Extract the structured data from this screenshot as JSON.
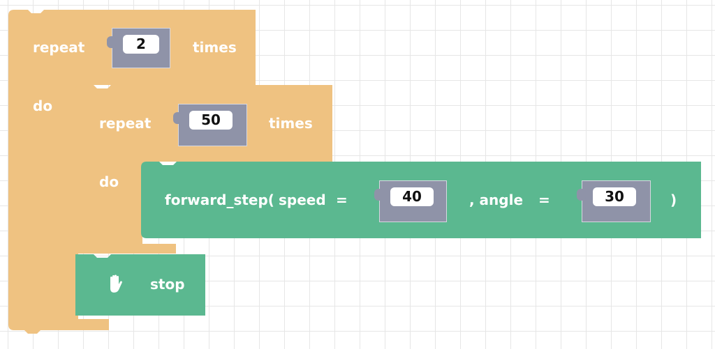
{
  "palette": {
    "loop_block": "#efc281",
    "action_block": "#5bb890",
    "value_slot": "#8f93a8",
    "grid_line": "#e6e6e6"
  },
  "outer_repeat": {
    "label_repeat": "repeat",
    "count": "2",
    "label_times": "times",
    "label_do": "do"
  },
  "inner_repeat": {
    "label_repeat": "repeat",
    "count": "50",
    "label_times": "times",
    "label_do": "do"
  },
  "forward_step": {
    "label_call": "forward_step(",
    "label_speed": "speed",
    "label_eq1": "=",
    "speed_value": "40",
    "label_angle": ", angle",
    "label_eq2": "=",
    "angle_value": "30",
    "label_close": ")"
  },
  "stop_block": {
    "icon": "hand-icon",
    "label": "stop"
  }
}
